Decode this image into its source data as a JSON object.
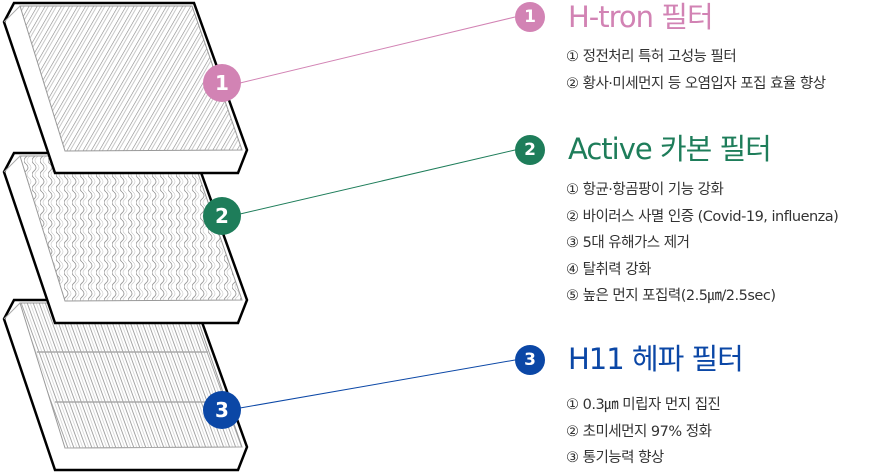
{
  "colors": {
    "filter1": "#d283b4",
    "filter2": "#1e7d5a",
    "filter3": "#0b47a6"
  },
  "filters": [
    {
      "number": "1",
      "title": "H-tron 필터",
      "items": [
        "① 정전처리 특허 고성능 필터",
        "② 황사·미세먼지 등 오염입자 포집 효율 향상"
      ]
    },
    {
      "number": "2",
      "title": "Active 카본 필터",
      "items": [
        "① 항균·항곰팡이 기능 강화",
        "② 바이러스 사멸 인증 (Covid-19, influenza)",
        "③ 5대 유해가스 제거",
        "④ 탈취력 강화",
        "⑤ 높은 먼지 포집력(2.5㎛/2.5sec)"
      ]
    },
    {
      "number": "3",
      "title": "H11 헤파 필터",
      "items": [
        "① 0.3㎛ 미립자 먼지 집진",
        "② 초미세먼지 97% 정화",
        "③ 통기능력 향상"
      ]
    }
  ]
}
